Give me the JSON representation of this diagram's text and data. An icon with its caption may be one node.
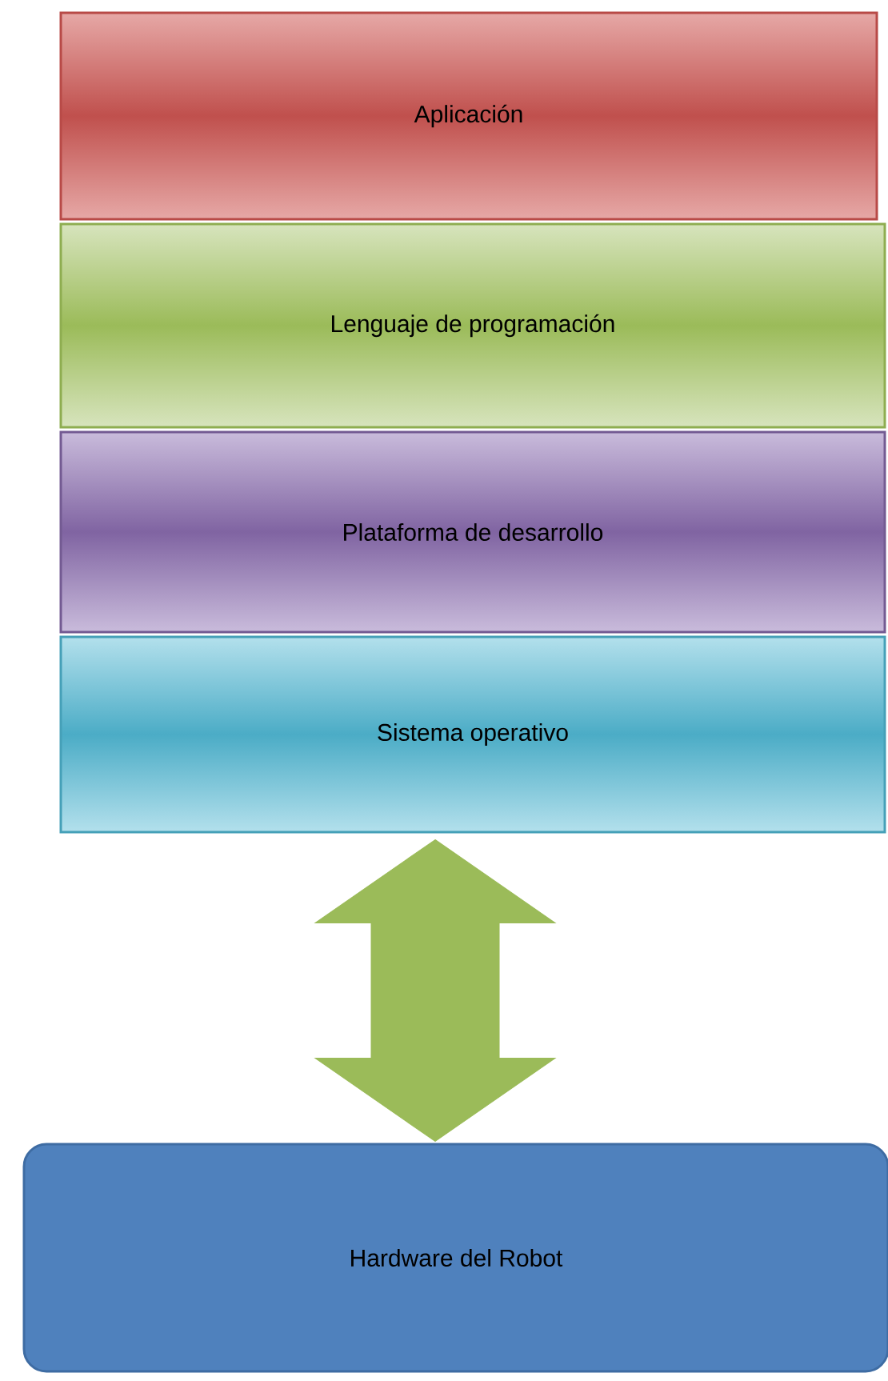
{
  "diagram": {
    "nodes": [
      {
        "text": [
          "Aplicación"
        ]
      },
      {
        "text": [
          "Lenguaje de programación"
        ]
      },
      {
        "text": [
          "Plataforma de desarrollo"
        ]
      },
      {
        "text": [
          "Sistema operativo"
        ]
      },
      {
        "text": [
          "Hardware del Robot"
        ]
      }
    ],
    "edges": [
      {
        "from": 3,
        "to": 4,
        "arrow": "both"
      }
    ]
  }
}
